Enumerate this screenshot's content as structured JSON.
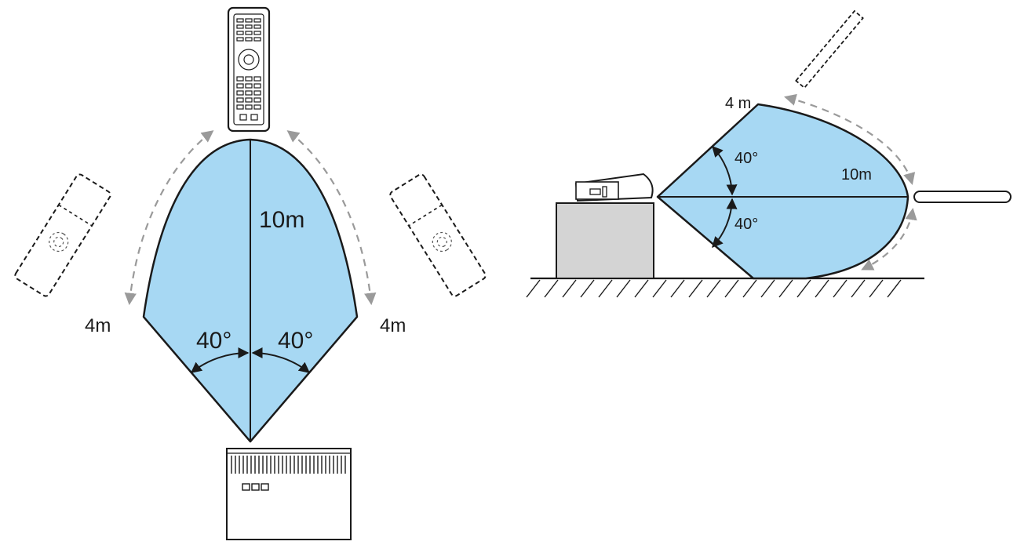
{
  "colors": {
    "beam_fill": "#a7d8f3",
    "outline": "#1a1a1a",
    "arrow_dashed": "#9a9a9a",
    "stand_fill": "#d4d4d4"
  },
  "top_view": {
    "range_label": "10m",
    "angle_left_label": "40°",
    "angle_right_label": "40°",
    "side_left_label": "4m",
    "side_right_label": "4m"
  },
  "side_view": {
    "range_label": "10m",
    "angle_upper_label": "40°",
    "angle_lower_label": "40°",
    "side_label": "4 m"
  }
}
